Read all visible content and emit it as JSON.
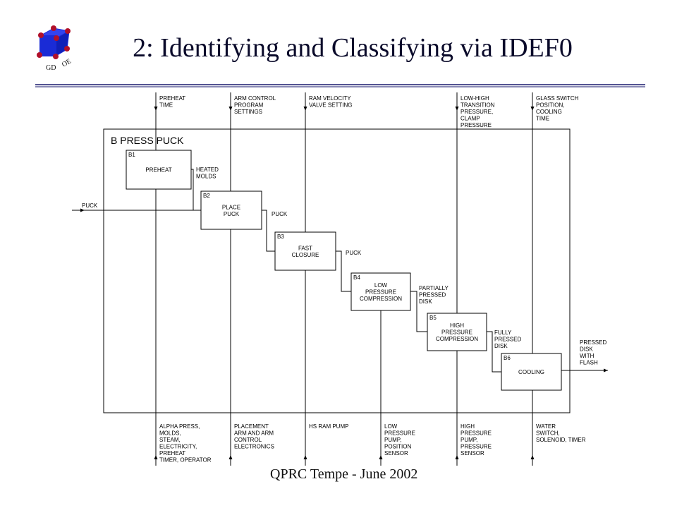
{
  "slide": {
    "title": "2:  Identifying and Classifying via IDEF0",
    "footer": "QPRC Tempe - June 2002",
    "logo": {
      "left_text": "GD",
      "right_text": "OE",
      "icon": "cube-icon"
    }
  },
  "diagram": {
    "frame_title": "B  PRESS PUCK",
    "boxes": [
      {
        "id": "B1",
        "label": [
          "PREHEAT"
        ]
      },
      {
        "id": "B2",
        "label": [
          "PLACE",
          "PUCK"
        ]
      },
      {
        "id": "B3",
        "label": [
          "FAST",
          "CLOSURE"
        ]
      },
      {
        "id": "B4",
        "label": [
          "LOW",
          "PRESSURE",
          "COMPRESSION"
        ]
      },
      {
        "id": "B5",
        "label": [
          "HIGH",
          "PRESSURE",
          "COMPRESSION"
        ]
      },
      {
        "id": "B6",
        "label": [
          "COOLING"
        ]
      }
    ],
    "controls": [
      [
        "PREHEAT",
        "TIME"
      ],
      [
        "ARM CONTROL",
        "PROGRAM",
        "SETTINGS"
      ],
      [
        "RAM VELOCITY",
        "VALVE SETTING"
      ],
      [
        "LOW-HIGH",
        "TRANSITION",
        "PRESSURE,",
        "CLAMP",
        "PRESSURE"
      ],
      [
        "GLASS SWITCH",
        "POSITION,",
        "COOLING",
        "TIME"
      ]
    ],
    "mechanisms": [
      [
        "ALPHA PRESS,",
        "MOLDS,",
        "STEAM,",
        "ELECTRICITY,",
        "PREHEAT",
        "TIMER, OPERATOR"
      ],
      [
        "PLACEMENT",
        "ARM AND ARM",
        "CONTROL",
        "ELECTRONICS"
      ],
      [
        "HS RAM PUMP"
      ],
      [
        "LOW",
        "PRESSURE",
        "PUMP,",
        "POSITION",
        "SENSOR"
      ],
      [
        "HIGH",
        "PRESSURE",
        "PUMP,",
        "PRESSURE",
        "SENSOR"
      ],
      [
        "WATER",
        "SWITCH,",
        "SOLENOID, TIMER"
      ]
    ],
    "input": [
      "PUCK"
    ],
    "output": [
      "PRESSED",
      "DISK",
      "WITH",
      "FLASH"
    ],
    "internal_flows": [
      [
        "HEATED",
        "MOLDS"
      ],
      [
        "PUCK"
      ],
      [
        "PUCK"
      ],
      [
        "PARTIALLY",
        "PRESSED",
        "DISK"
      ],
      [
        "FULLY",
        "PRESSED",
        "DISK"
      ]
    ],
    "colors": {
      "logo_cube": "#1a2bd6",
      "logo_node": "#b0102a",
      "rule": "#1a1a6e"
    }
  }
}
